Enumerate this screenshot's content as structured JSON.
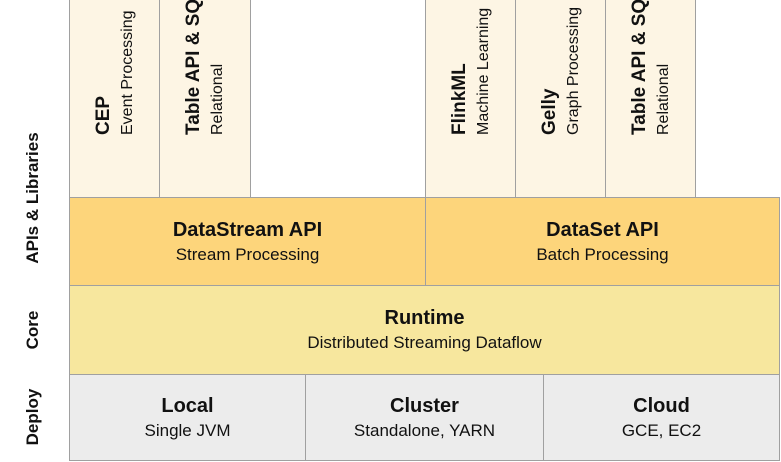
{
  "layers": {
    "apis": "APIs & Libraries",
    "core": "Core",
    "deploy": "Deploy"
  },
  "libraries": [
    {
      "title": "CEP",
      "subtitle": "Event Processing"
    },
    {
      "title": "Table API & SQL",
      "subtitle": "Relational"
    },
    {
      "title": "FlinkML",
      "subtitle": "Machine Learning"
    },
    {
      "title": "Gelly",
      "subtitle": "Graph Processing"
    },
    {
      "title": "Table API & SQL",
      "subtitle": "Relational"
    }
  ],
  "apis": [
    {
      "title": "DataStream API",
      "subtitle": "Stream Processing"
    },
    {
      "title": "DataSet API",
      "subtitle": "Batch Processing"
    }
  ],
  "core": {
    "title": "Runtime",
    "subtitle": "Distributed Streaming Dataflow"
  },
  "deploy": [
    {
      "title": "Local",
      "subtitle": "Single JVM"
    },
    {
      "title": "Cluster",
      "subtitle": "Standalone, YARN"
    },
    {
      "title": "Cloud",
      "subtitle": "GCE, EC2"
    }
  ],
  "colors": {
    "libraries": "#fdf5e4",
    "apis": "#fdd57b",
    "core": "#f7e79e",
    "deploy": "#ececec",
    "border": "#a0a0a0"
  }
}
